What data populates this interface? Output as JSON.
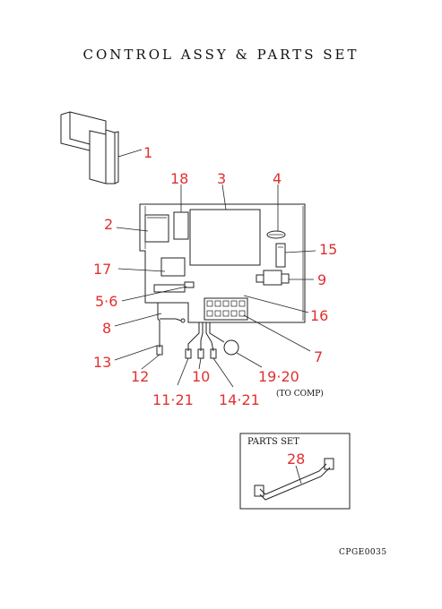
{
  "title": "CONTROL ASSY & PARTS SET",
  "callouts": {
    "c1": "1",
    "c18": "18",
    "c3": "3",
    "c4": "4",
    "c2": "2",
    "c15": "15",
    "c17": "17",
    "c9": "9",
    "c5_6": "5·6",
    "c16": "16",
    "c8": "8",
    "c7": "7",
    "c13": "13",
    "c12": "12",
    "c10": "10",
    "c19_20": "19·20",
    "c11_21": "11·21",
    "c14_21": "14·21"
  },
  "to_comp_note": "(TO COMP)",
  "parts_set": {
    "label": "PARTS SET",
    "callout": "28"
  },
  "drawing_code": "CPGE0035",
  "colors": {
    "callout": "#e03030",
    "linework": "#222222",
    "background": "#ffffff"
  }
}
